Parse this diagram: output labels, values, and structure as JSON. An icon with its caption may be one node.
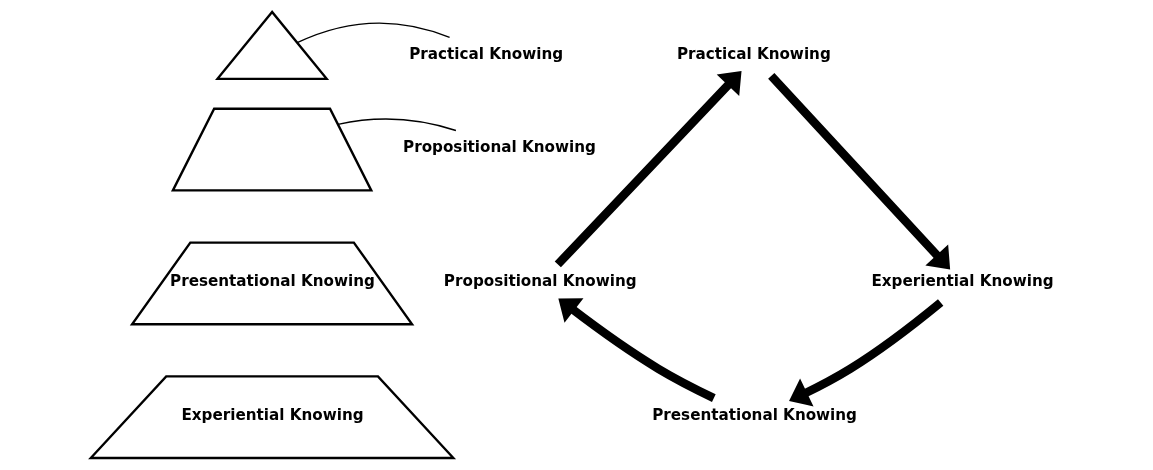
{
  "diagram": {
    "nodes": [
      {
        "text": [],
        "shape": "triangle"
      },
      {
        "text": [
          "Practical Knowing"
        ]
      },
      {
        "text": [],
        "shape": "trapezoid"
      },
      {
        "text": [
          "Propositional Knowing"
        ]
      },
      {
        "text": [
          "Presentational Knowing"
        ]
      },
      {
        "text": [
          "Experiential Knowing"
        ]
      },
      {
        "text": [
          "Practical Knowing"
        ]
      },
      {
        "text": [
          "Experiential Knowing"
        ]
      },
      {
        "text": [
          "Presentational Knowing"
        ]
      },
      {
        "text": [
          "Propositional Knowing"
        ]
      }
    ],
    "edges": [
      {
        "from": 1,
        "to": 0,
        "arrow": "none"
      },
      {
        "from": 3,
        "to": 2,
        "arrow": "none"
      },
      {
        "from": 6,
        "to": 7,
        "arrow": "to"
      },
      {
        "from": 7,
        "to": 8,
        "arrow": "to"
      },
      {
        "from": 8,
        "to": 9,
        "arrow": "to"
      },
      {
        "from": 9,
        "to": 6,
        "arrow": "to"
      }
    ]
  }
}
